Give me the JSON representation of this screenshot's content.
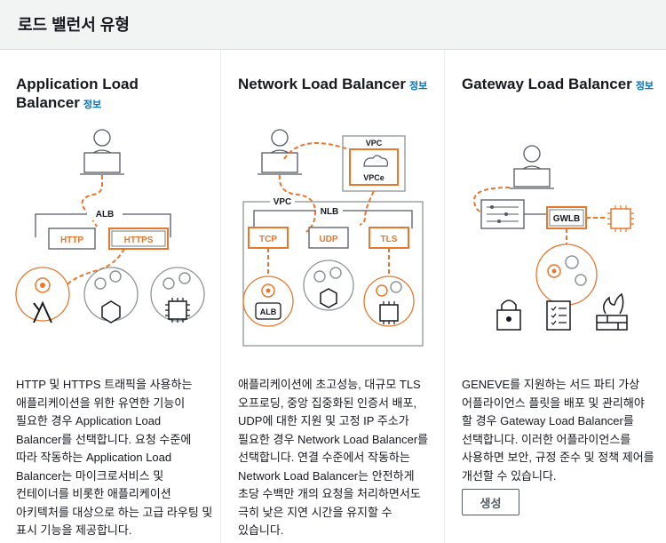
{
  "header": {
    "title": "로드 밸런서 유형"
  },
  "cards": [
    {
      "title_line1": "Application Load",
      "title_line2": "Balancer",
      "info": "정보",
      "diagram": {
        "alb": "ALB",
        "http": "HTTP",
        "https": "HTTPS"
      },
      "description": "HTTP 및 HTTPS 트래픽을 사용하는 애플리케이션을 위한 유연한 기능이 필요한 경우 Application Load Balancer를 선택합니다. 요청 수준에 따라 작동하는 Application Load Balancer는 마이크로서비스 및 컨테이너를 비롯한 애플리케이션 아키텍처를 대상으로 하는 고급 라우팅 및 표시 기능을 제공합니다."
    },
    {
      "title": "Network Load Balancer",
      "info": "정보",
      "diagram": {
        "vpc_top": "VPC",
        "vpce": "VPCe",
        "vpc": "VPC",
        "nlb": "NLB",
        "tcp": "TCP",
        "udp": "UDP",
        "tls": "TLS",
        "alb": "ALB"
      },
      "description": "애플리케이션에 초고성능, 대규모 TLS 오프로딩, 중앙 집중화된 인증서 배포, UDP에 대한 지원 및 고정 IP 주소가 필요한 경우 Network Load Balancer를 선택합니다. 연결 수준에서 작동하는 Network Load Balancer는 안전하게 초당 수백만 개의 요청을 처리하면서도 극히 낮은 지연 시간을 유지할 수 있습니다."
    },
    {
      "title": "Gateway Load Balancer",
      "info": "정보",
      "diagram": {
        "gwlb": "GWLB"
      },
      "description": "GENEVE를 지원하는 서드 파티 가상 어플라이언스 플릿을 배포 및 관리해야 할 경우 Gateway Load Balancer를 선택합니다. 이러한 어플라이언스를 사용하면 보안, 규정 준수 및 정책 제어를 개선할 수 있습니다.",
      "create_label": "생성"
    }
  ],
  "colors": {
    "accent": "#e8772e",
    "link": "#0073bb",
    "border": "#545b64",
    "diagram_gray": "#8d9596"
  }
}
